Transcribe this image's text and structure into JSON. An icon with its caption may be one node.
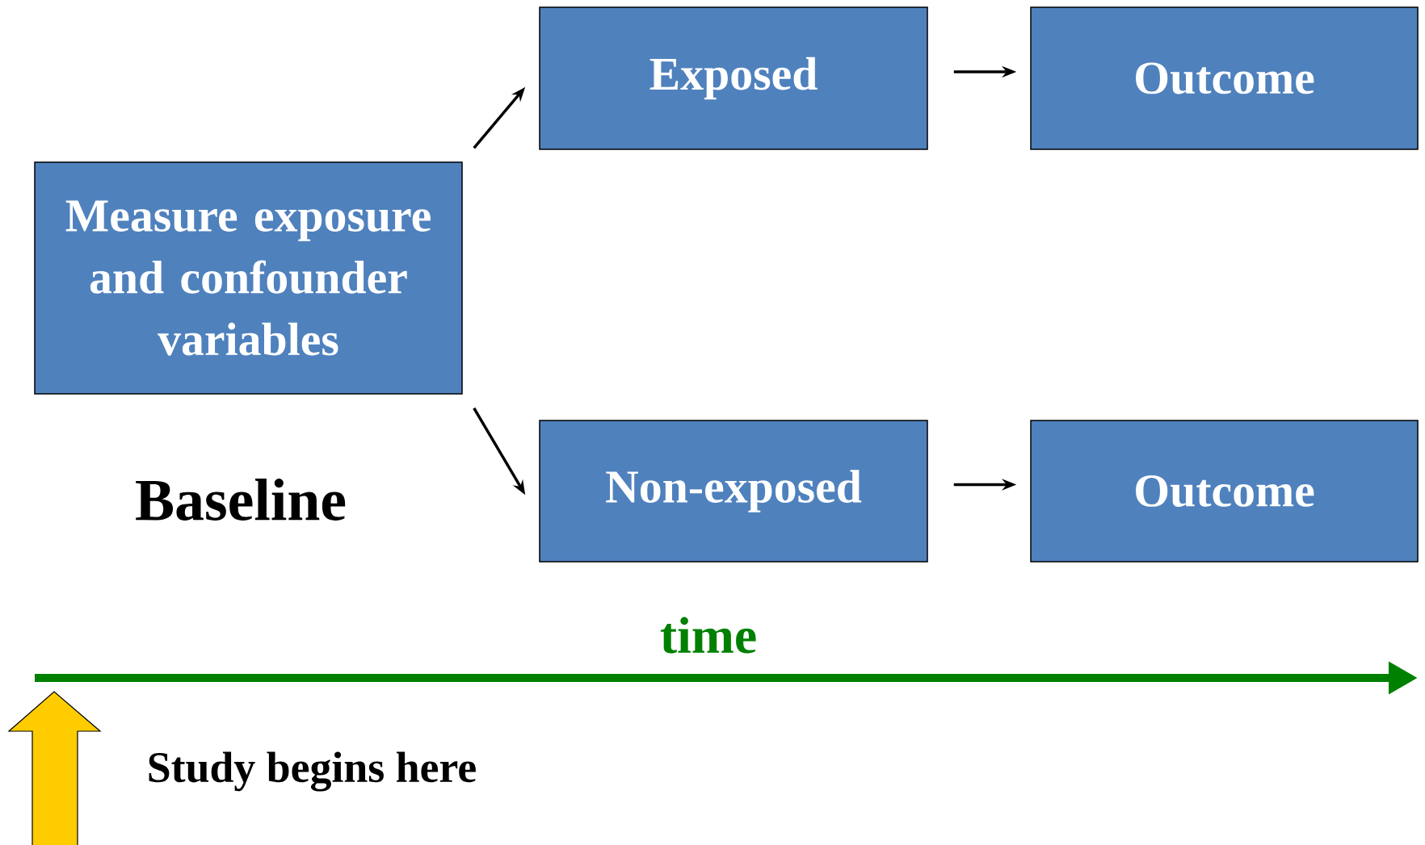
{
  "diagram": {
    "nodes": [
      {
        "text": [
          "Measure exposure and confounder variables"
        ]
      },
      {
        "text": [
          "Exposed"
        ]
      },
      {
        "text": [
          "Outcome"
        ]
      },
      {
        "text": [
          "Non-exposed"
        ]
      },
      {
        "text": [
          "Outcome"
        ]
      }
    ],
    "edges": [
      {
        "from": 0,
        "to": 1,
        "arrow": "to"
      },
      {
        "from": 0,
        "to": 3,
        "arrow": "to"
      },
      {
        "from": 1,
        "to": 2,
        "arrow": "to"
      },
      {
        "from": 3,
        "to": 4,
        "arrow": "to"
      }
    ],
    "labels": [
      "Baseline",
      "time",
      "Study begins here"
    ]
  }
}
